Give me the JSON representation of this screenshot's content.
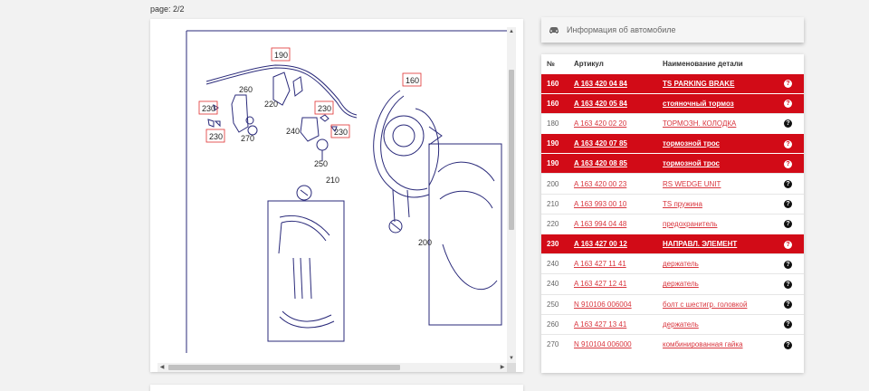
{
  "page_label": "page: 2/2",
  "car_info": {
    "label": "Информация об автомобиле",
    "icon": "car-icon"
  },
  "table": {
    "headers": [
      "№",
      "Артикул",
      "Наименование детали"
    ],
    "rows": [
      {
        "num": "160",
        "article": "A 163 420 04 84",
        "name": "TS PARKING BRAKE",
        "highlighted": true
      },
      {
        "num": "160",
        "article": "A 163 420 05 84",
        "name": "стояночный тормоз",
        "highlighted": true
      },
      {
        "num": "180",
        "article": "A 163 420 02 20",
        "name": "ТОРМОЗН. КОЛОДКА",
        "highlighted": false
      },
      {
        "num": "190",
        "article": "A 163 420 07 85",
        "name": "тормозной трос",
        "highlighted": true
      },
      {
        "num": "190",
        "article": "A 163 420 08 85",
        "name": "тормозной трос",
        "highlighted": true
      },
      {
        "num": "200",
        "article": "A 163 420 00 23",
        "name": "RS WEDGE UNIT",
        "highlighted": false
      },
      {
        "num": "210",
        "article": "A 163 993 00 10",
        "name": "TS пружина",
        "highlighted": false
      },
      {
        "num": "220",
        "article": "A 163 994 04 48",
        "name": "предохранитель",
        "highlighted": false
      },
      {
        "num": "230",
        "article": "A 163 427 00 12",
        "name": "НАПРАВЛ. ЭЛЕМЕНТ",
        "highlighted": true
      },
      {
        "num": "240",
        "article": "A 163 427 11 41",
        "name": "держатель",
        "highlighted": false
      },
      {
        "num": "240",
        "article": "A 163 427 12 41",
        "name": "держатель",
        "highlighted": false
      },
      {
        "num": "250",
        "article": "N 910106 006004",
        "name": "болт с шестигр. головкой",
        "highlighted": false
      },
      {
        "num": "260",
        "article": "A 163 427 13 41",
        "name": "держатель",
        "highlighted": false
      },
      {
        "num": "270",
        "article": "N 910104 006000",
        "name": "комбинированная гайка",
        "highlighted": false
      }
    ],
    "info_symbol": "?"
  },
  "diagram": {
    "callouts_boxed": [
      "190",
      "160",
      "230",
      "230",
      "230",
      "230"
    ],
    "labels_plain": [
      "260",
      "220",
      "270",
      "240",
      "250",
      "210",
      "200"
    ]
  },
  "colors": {
    "highlight": "#d20b17",
    "link": "#d9363e",
    "background": "#f2f2f2"
  }
}
